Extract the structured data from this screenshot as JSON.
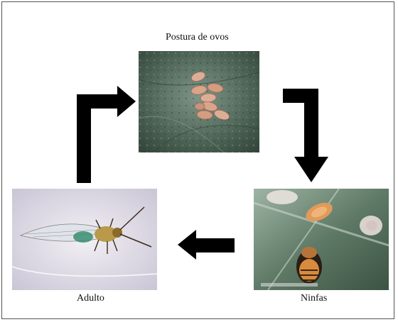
{
  "diagram": {
    "stages": {
      "eggs": {
        "label": "Postura de ovos"
      },
      "nymphs": {
        "label": "Ninfas"
      },
      "adult": {
        "label": "Adulto"
      }
    },
    "colors": {
      "arrow": "#000000",
      "leaf_dark": "#3a4f3f",
      "leaf_light": "#a8bfb0",
      "egg": "#d9a58a",
      "background_adult": "#e4e0ea"
    },
    "icons": [
      "loop-arrow-up-right",
      "arrow-right-down",
      "arrow-left"
    ]
  }
}
